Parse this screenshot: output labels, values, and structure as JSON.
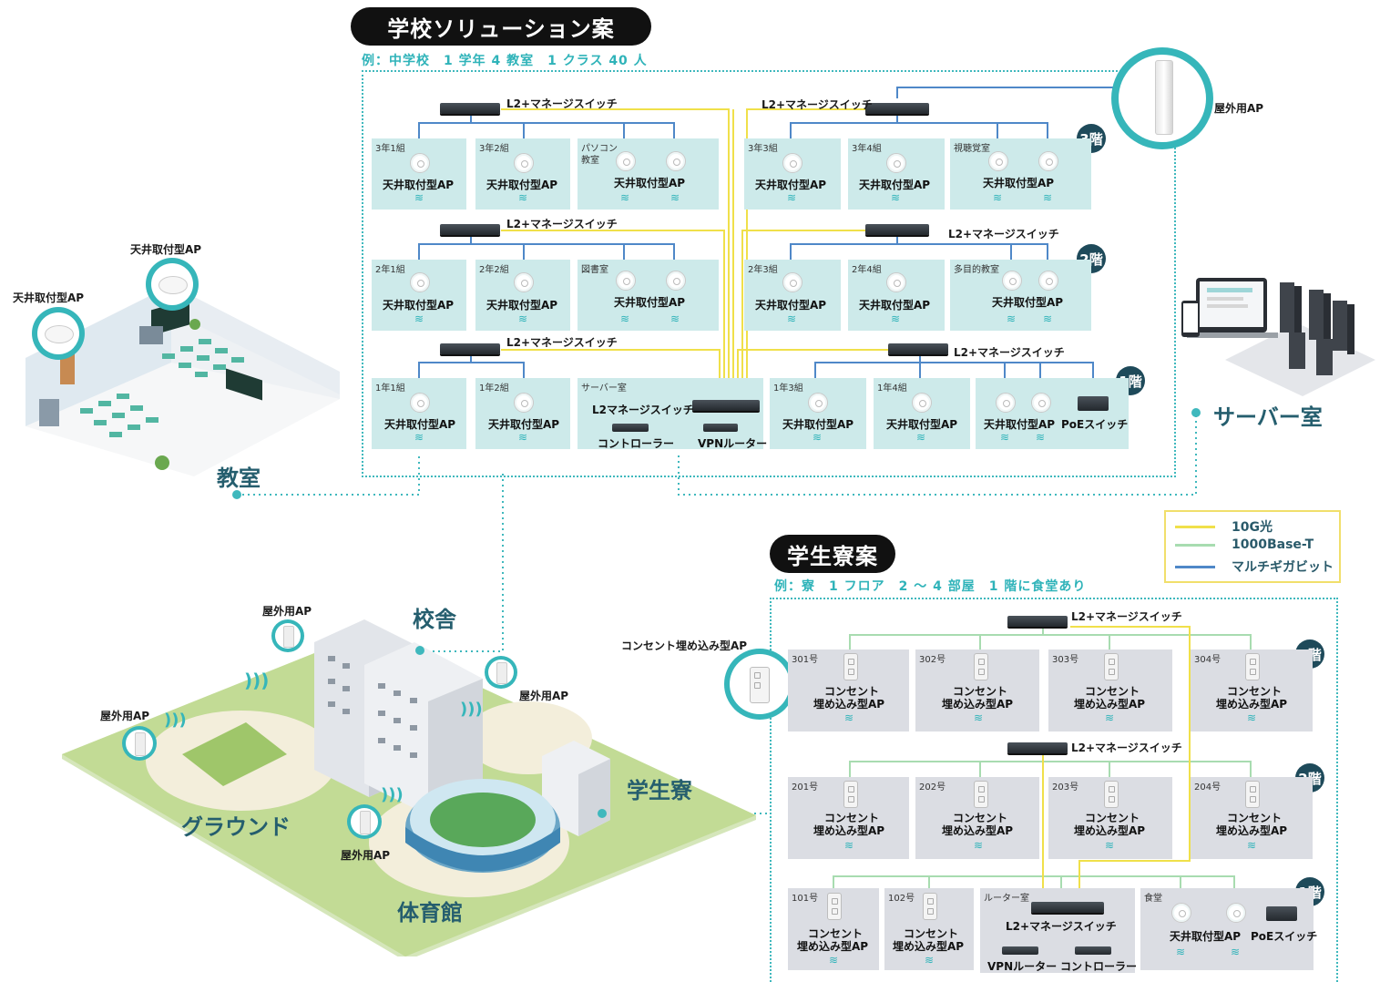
{
  "school": {
    "title": "学校ソリューション案",
    "subtitle": "例：中学校　1 学年 4 教室　1 クラス 40 人",
    "switch_label": "L2+マネージスイッチ",
    "ap_label": "天井取付型AP",
    "floors": [
      "3階",
      "2階",
      "1階"
    ],
    "rooms3": [
      "3年1組",
      "3年2組",
      "パソコン",
      "教室",
      "3年3組",
      "3年4組",
      "視聴覚室"
    ],
    "rooms2": [
      "2年1組",
      "2年2組",
      "図書室",
      "2年3組",
      "2年4組",
      "多目的教室"
    ],
    "rooms1": [
      "1年1組",
      "1年2組",
      "サーバー室",
      "1年3組",
      "1年4組"
    ],
    "server_switch": "L2マネージスイッチ",
    "controller": "コントローラー",
    "vpn_router": "VPNルーター",
    "poe_switch": "PoEスイッチ",
    "outdoor_ap": "屋外用AP"
  },
  "server_room_label": "サーバー室",
  "classroom": {
    "label": "教室",
    "ap1": "天井取付型AP",
    "ap2": "天井取付型AP"
  },
  "campus": {
    "school_building": "校舎",
    "ground": "グラウンド",
    "dorm": "学生寮",
    "gym": "体育館",
    "outdoor_ap": "屋外用AP"
  },
  "legend": [
    {
      "label": "10G光",
      "color": "#f0e04a"
    },
    {
      "label": "1000Base-T",
      "color": "#a8dcb0"
    },
    {
      "label": "マルチギガビット",
      "color": "#4f88c8"
    }
  ],
  "dorm": {
    "title": "学生寮案",
    "subtitle": "例：寮　1 フロア　2 〜 4 部屋　1 階に食堂あり",
    "outlet_ap_callout": "コンセント埋め込み型AP",
    "outlet_ap_l1": "コンセント",
    "outlet_ap_l2": "埋め込み型AP",
    "switch_label": "L2+マネージスイッチ",
    "floors": [
      "3階",
      "2階",
      "1階"
    ],
    "rooms3": [
      "301号",
      "302号",
      "303号",
      "304号"
    ],
    "rooms2": [
      "201号",
      "202号",
      "203号",
      "204号"
    ],
    "rooms1": [
      "101号",
      "102号",
      "ルーター室",
      "食堂"
    ],
    "ceiling_ap": "天井取付型AP",
    "poe_switch": "PoEスイッチ",
    "vpn_router": "VPNルーター",
    "controller": "コントローラー"
  },
  "colors": {
    "teal": "#36b6ba",
    "dark": "#1e4a5a",
    "fiber": "#f0e04a",
    "copper": "#a8dcb0",
    "multigig": "#4f88c8"
  }
}
